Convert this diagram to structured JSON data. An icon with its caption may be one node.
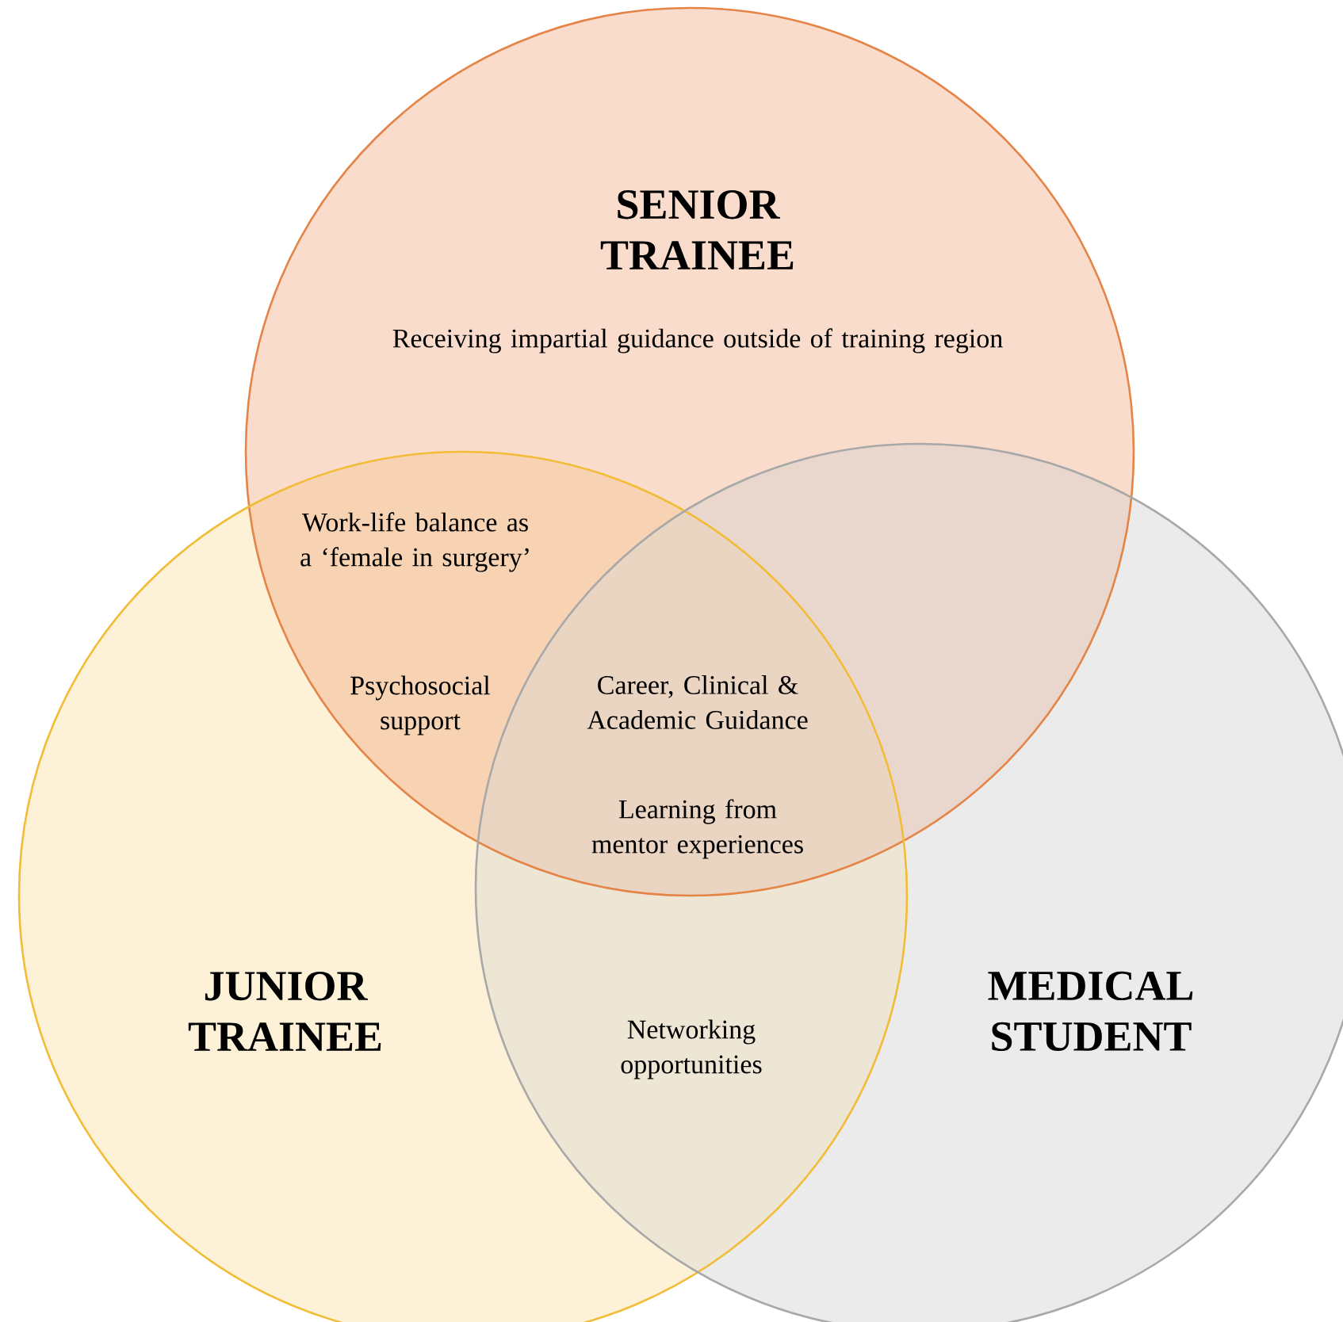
{
  "diagram": {
    "nodes": [
      {
        "text": [
          "SENIOR TRAINEE",
          "Receiving impartial guidance outside of training region"
        ]
      },
      {
        "text": [
          "JUNIOR TRAINEE"
        ]
      },
      {
        "text": [
          "MEDICAL STUDENT"
        ]
      }
    ],
    "labels": [
      "Work-life balance as a ‘female in surgery’",
      "Psychosocial support",
      "Career, Clinical & Academic Guidance",
      "Learning from mentor experiences",
      "Networking opportunities"
    ]
  }
}
